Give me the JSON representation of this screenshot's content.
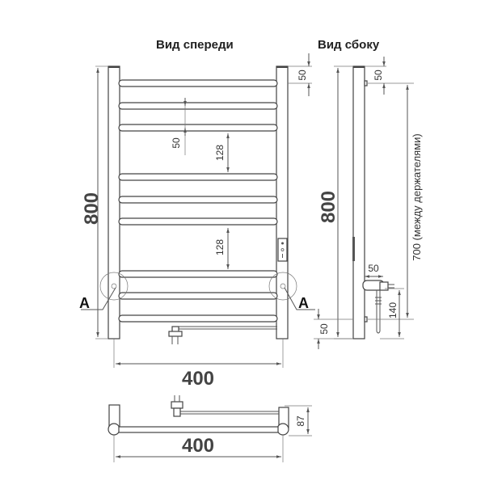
{
  "titles": {
    "front_view": "Вид спереди",
    "side_view": "Вид сбоку"
  },
  "front_view": {
    "overall_height": "800",
    "overall_width": "400",
    "top_offset": "50",
    "rail_spacing_small": "50",
    "group_gap_upper": "128",
    "group_gap_lower": "128",
    "detail_marker_left": "A",
    "detail_marker_right": "A",
    "rail_count": 9
  },
  "side_view": {
    "overall_height": "800",
    "top_offset": "50",
    "bottom_offset": "50",
    "holder_distance": "700 (между держателями)",
    "plug_depth": "50",
    "plug_height": "140"
  },
  "top_view": {
    "width": "400",
    "depth": "87"
  },
  "colors": {
    "line": "#555555",
    "text": "#333333",
    "dim_text_big": "#444444"
  }
}
